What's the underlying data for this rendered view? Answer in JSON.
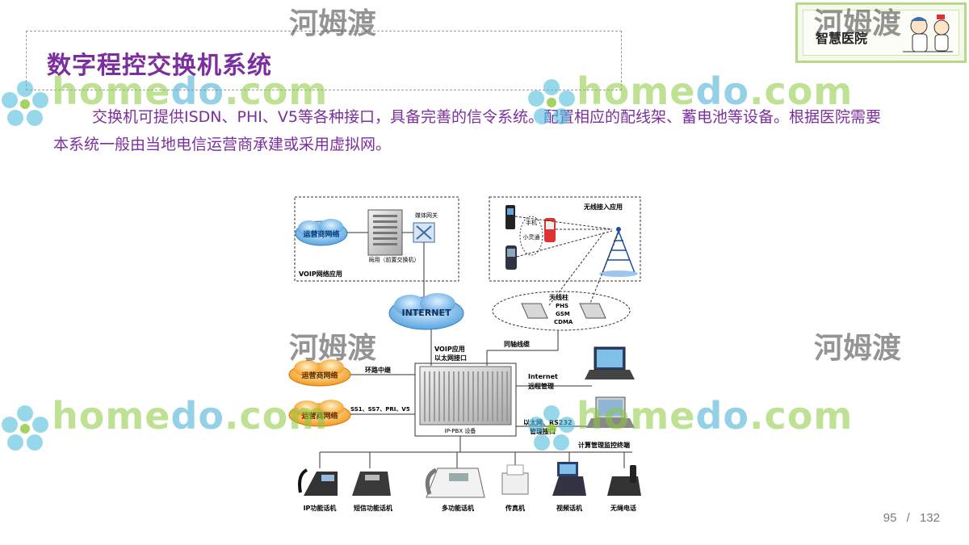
{
  "slide": {
    "title": "数字程控交换机系统",
    "paragraph": "交换机可提供ISDN、PHI、V5等各种接口，具备完善的信令系统。配置相应的配线架、蓄电池等设备。根据医院需要本系统一般由当地电信运营商承建或采用虚拟网。"
  },
  "logo": {
    "text": "智慧医院"
  },
  "watermark": {
    "latin_a": "home",
    "latin_b": "do",
    "latin_c": ".com",
    "cn": "河姆渡"
  },
  "diagram": {
    "voip_section_label": "VOIP网络应用",
    "wireless_section_label": "无线接入应用",
    "carrier_network_top": "运营商网络",
    "local_switch_label": "局用（前置交换机）",
    "media_gateway_label": "媒体网关",
    "internet_label": "INTERNET",
    "handset_label": "手机",
    "phs_label": "小灵通",
    "antenna_title": "天线柱",
    "antenna_phs": "PHS",
    "antenna_gsm": "GSM",
    "antenna_cdma": "CDMA",
    "voip_eth_label_1": "VOIP应用",
    "voip_eth_label_2": "以太网接口",
    "coax_label": "同轴线缆",
    "loop_trunk_label": "环路中继",
    "carrier_network_mid": "运营商网络",
    "carrier_network_bottom": "运营商网络",
    "signaling_label": "SS1、SS7、PRI、V5",
    "pbx_label": "IP-PBX 设备",
    "internet_remote_1": "Internet",
    "internet_remote_2": "远程管理",
    "eth_rs232_1": "以太网、RS232",
    "eth_rs232_2": "管理接口",
    "monitor_terminal_label": "计算管理监控终端",
    "phones": [
      "IP功能话机",
      "短信功能话机",
      "多功能话机",
      "传真机",
      "视频话机",
      "无绳电话"
    ]
  },
  "page": {
    "current": "95",
    "separator": "/",
    "total": "132"
  }
}
